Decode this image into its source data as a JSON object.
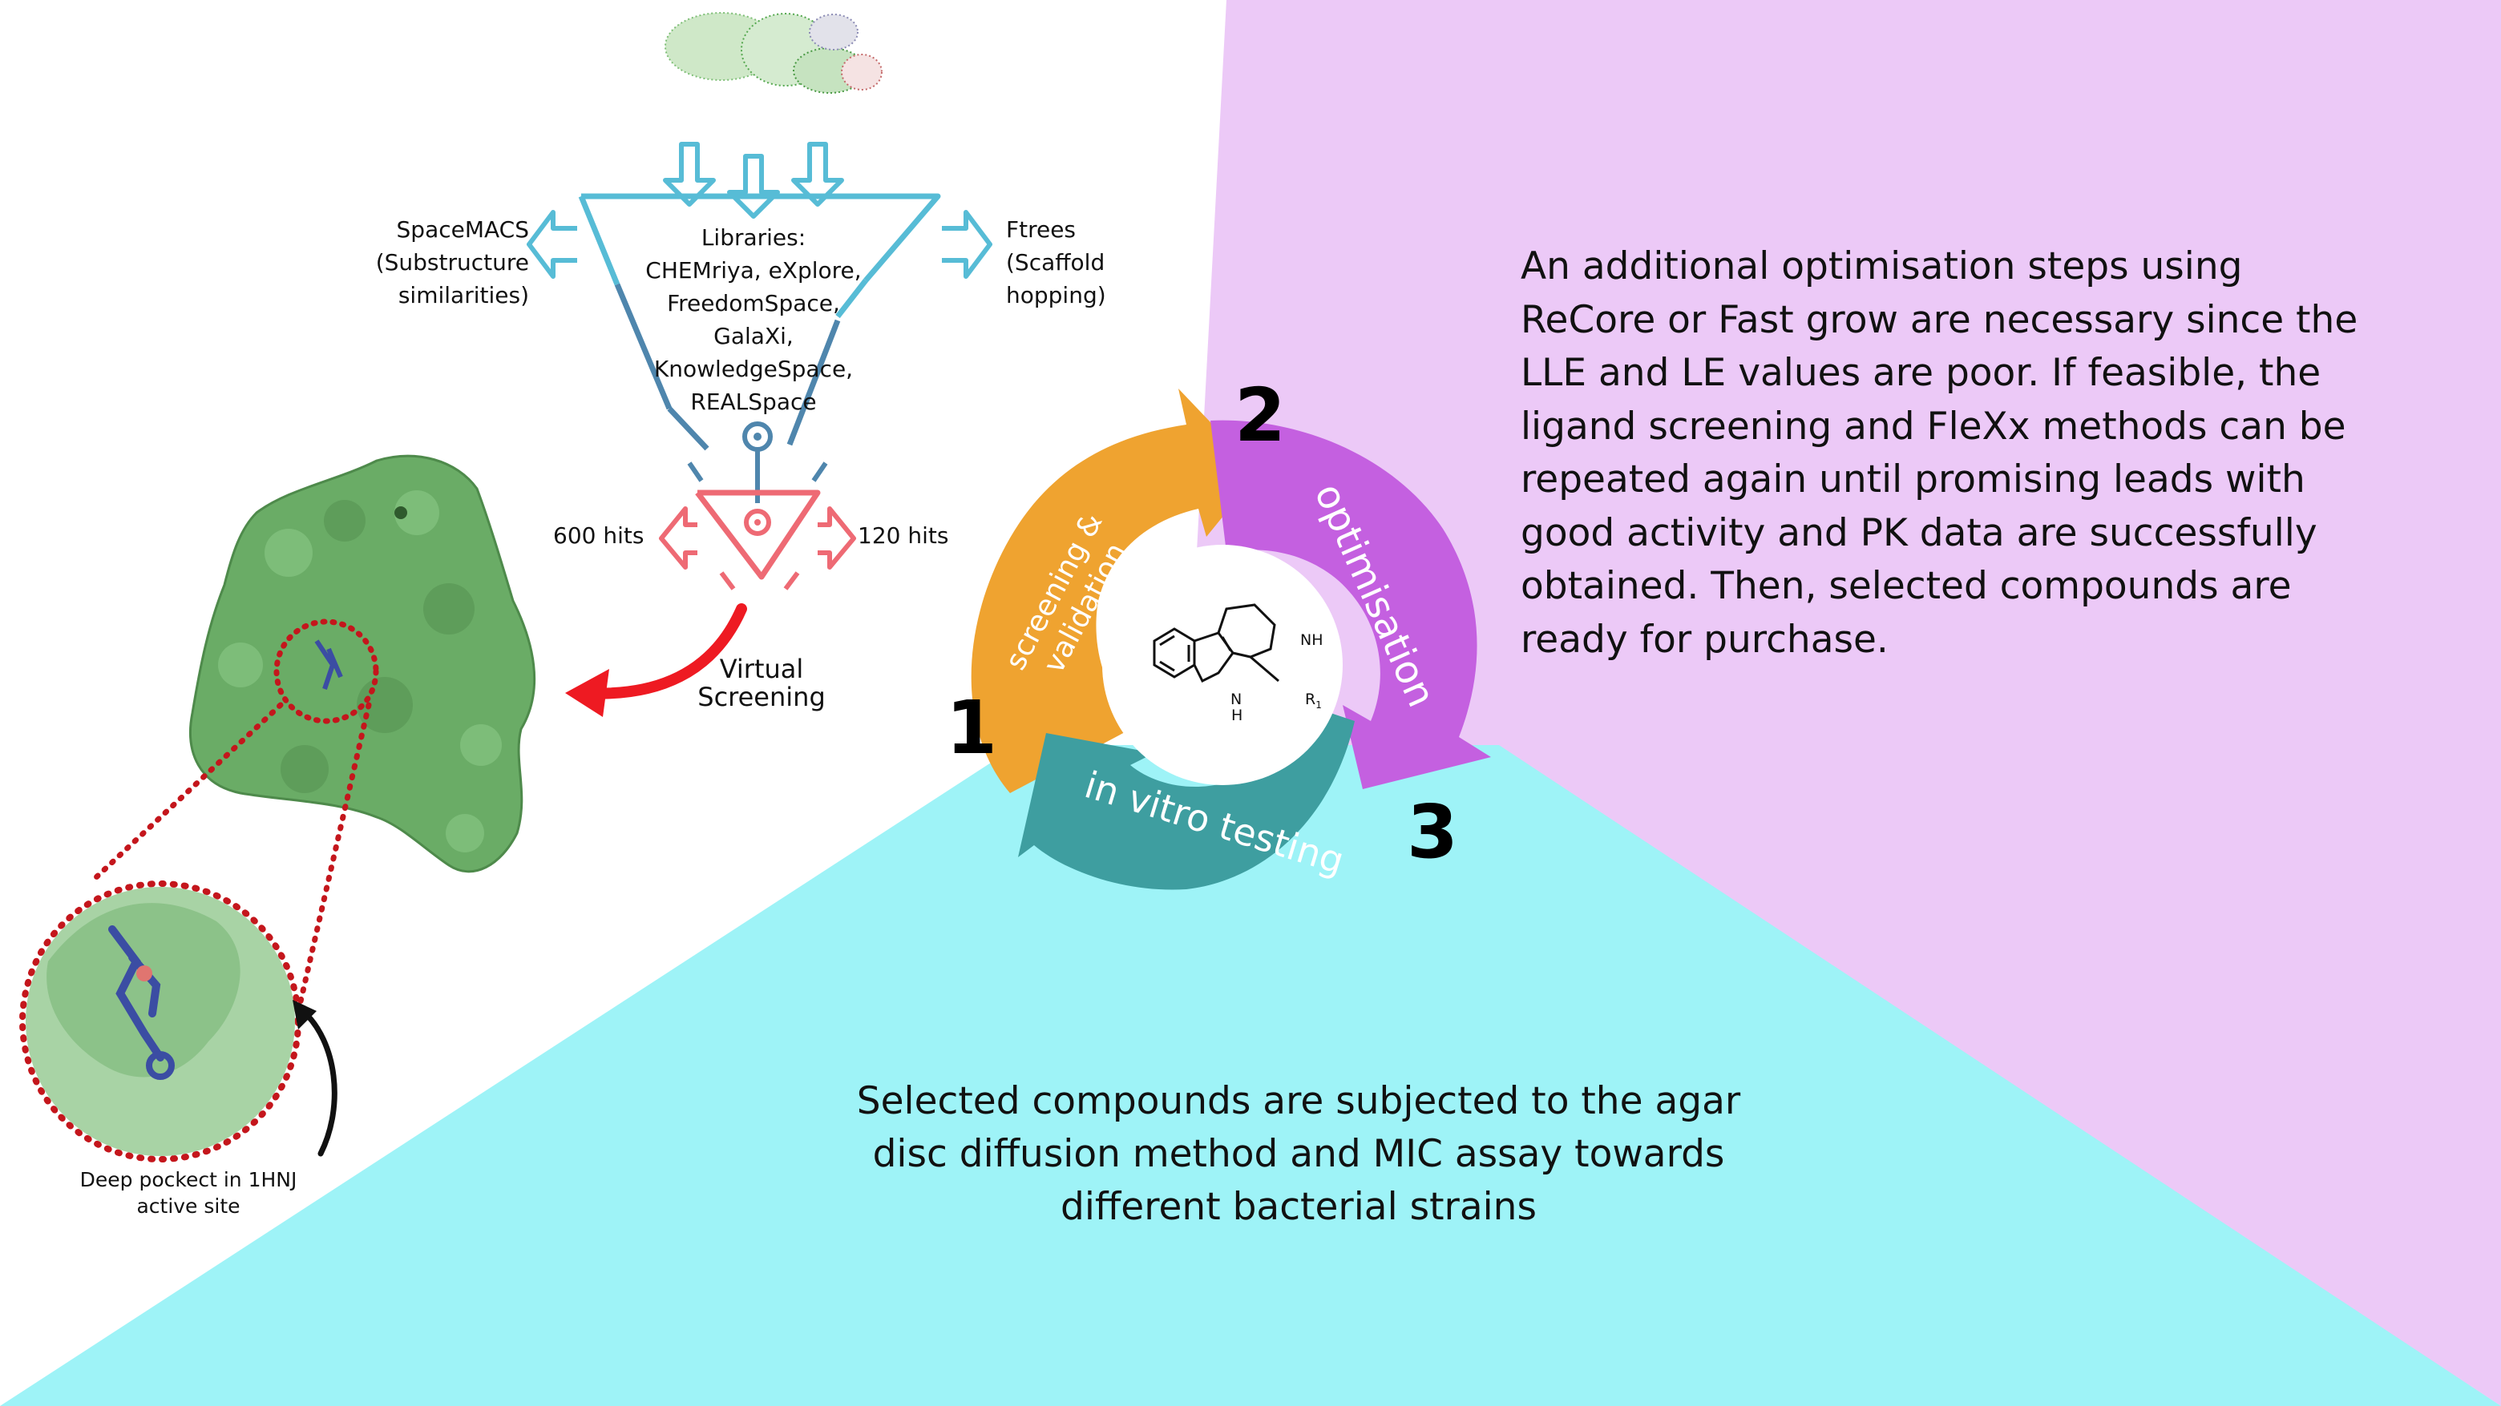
{
  "colors": {
    "purple_bg": "#ecc9f7",
    "cyan_bg": "#9ef3f7",
    "orange": "#efa330",
    "magenta": "#c460e0",
    "teal": "#3e9ea0",
    "funnel_cyan": "#57bcd6",
    "funnel_blue": "#4f86ad",
    "funnel_red": "#ee6a74",
    "protein_green": "#6aac66",
    "red_arrow": "#ee1a22",
    "dotted_red": "#c4161c"
  },
  "funnel": {
    "libraries_lines": [
      "Libraries:",
      "CHEMriya, eXplore,",
      "FreedomSpace,",
      "GalaXi,",
      "KnowledgeSpace,",
      "REALSpace"
    ],
    "left_method_lines": [
      "SpaceMACS",
      "(Substructure",
      "similarities)"
    ],
    "right_method_lines": [
      "Ftrees",
      "(Scaffold",
      "hopping)"
    ],
    "hits_left": "600 hits",
    "hits_right": "120 hits",
    "virtual_screening_lines": [
      "Virtual",
      "Screening"
    ]
  },
  "protein": {
    "pocket_caption_lines": [
      "Deep pockect in 1HNJ",
      "active site"
    ]
  },
  "cycle": {
    "step1_number": "1",
    "step2_number": "2",
    "step3_number": "3",
    "step1_label_lines": [
      "screening &",
      "validation"
    ],
    "step2_label": "optimisation",
    "step3_label": "in vitro testing",
    "molecule_labels": {
      "nh_ring": "NH",
      "nh_indole_n": "N",
      "nh_indole_h": "H",
      "r_group": "R",
      "r_subscript": "1"
    }
  },
  "optimisation_paragraph_lines": [
    "An additional optimisation steps using",
    "ReCore or Fast grow are necessary since the",
    "LLE and LE values are poor. If feasible, the",
    "ligand screening and FleXx methods can be",
    "repeated again until promising leads with",
    "good activity and PK data are successfully",
    "obtained. Then, selected compounds are",
    "ready for purchase."
  ],
  "testing_paragraph_lines": [
    "Selected compounds are subjected to the agar",
    "disc diffusion method and MIC assay towards",
    "different bacterial strains"
  ]
}
